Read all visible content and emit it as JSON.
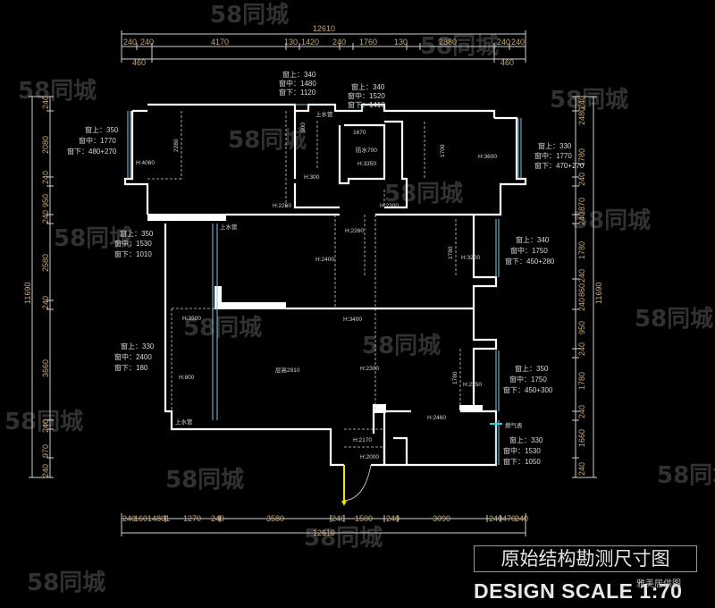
{
  "drawing": {
    "title_cn": "原始结构勘测尺寸图",
    "title_en": "DESIGN SCALE  1:70",
    "source": "雅美居供图",
    "watermark": "58同城"
  },
  "dims": {
    "top_total": "12610",
    "top_row": [
      "240",
      "240",
      "4170",
      "130",
      "1420",
      "240",
      "1760",
      "130",
      "2880",
      "240",
      "240"
    ],
    "top_sub": [
      "460",
      "460"
    ],
    "bottom_row": [
      "240",
      "1601",
      "4801",
      "1270",
      "240",
      "3580",
      "240",
      "1500",
      "240",
      "3090",
      "240",
      "470",
      "240"
    ],
    "bottom_total": "12610",
    "left_outer": "11690",
    "left_inner": [
      "240",
      "2080",
      "240",
      "950",
      "240",
      "2580",
      "240",
      "3660",
      "240",
      "970",
      "240"
    ],
    "right_outer": "11690",
    "right_inner": [
      "240",
      "2480",
      "1780",
      "240",
      "870",
      "240",
      "1780",
      "240",
      "860",
      "240",
      "950",
      "240",
      "1780",
      "240",
      "1660",
      "240"
    ]
  },
  "windows": {
    "w1": [
      "窗上：340",
      "窗中：1480",
      "窗下：1120"
    ],
    "w2": [
      "窗上：340",
      "窗中：1520",
      "窗下：1410"
    ],
    "w3": [
      "窗上：350",
      "窗中：1770",
      "窗下：480+270"
    ],
    "w4": [
      "窗上：330",
      "窗中：1770",
      "窗下：470+270"
    ],
    "w5": [
      "窗上：350",
      "窗中：1530",
      "窗下：1010"
    ],
    "w6": [
      "窗上：340",
      "窗中：1750",
      "窗下：450+280"
    ],
    "w7": [
      "窗上：330",
      "窗中：2400",
      "窗下：180"
    ],
    "w8": [
      "窗上：350",
      "窗中：1750",
      "窗下：450+300"
    ],
    "w9": [
      "窗上：330",
      "窗中：1530",
      "窗下：1050"
    ]
  },
  "heights": {
    "h1": "H:4060",
    "h2": "H:300",
    "h3": "H:2260",
    "h4": "H:2300",
    "h5": "H:3350",
    "h6": "H:2260",
    "h7": "H:2400",
    "h8": "H:3500",
    "h9": "H:3400",
    "h10": "H:800",
    "h11": "H:2300",
    "h12": "H:2460",
    "h13": "H:3200",
    "h14": "H:2250",
    "h15": "H:2170",
    "h16": "H:2000",
    "h17": "H:3600"
  },
  "labels": {
    "floor_height": "层高2910",
    "pipe": "防水700",
    "gas": "燃气表",
    "up_pipe1": "上水管",
    "up_pipe2": "上水管",
    "up_pipe3": "上水管",
    "d1": "1670",
    "d2": "2280",
    "d3": "1700",
    "d4": "1780",
    "d5": "1780",
    "d6": "900"
  }
}
